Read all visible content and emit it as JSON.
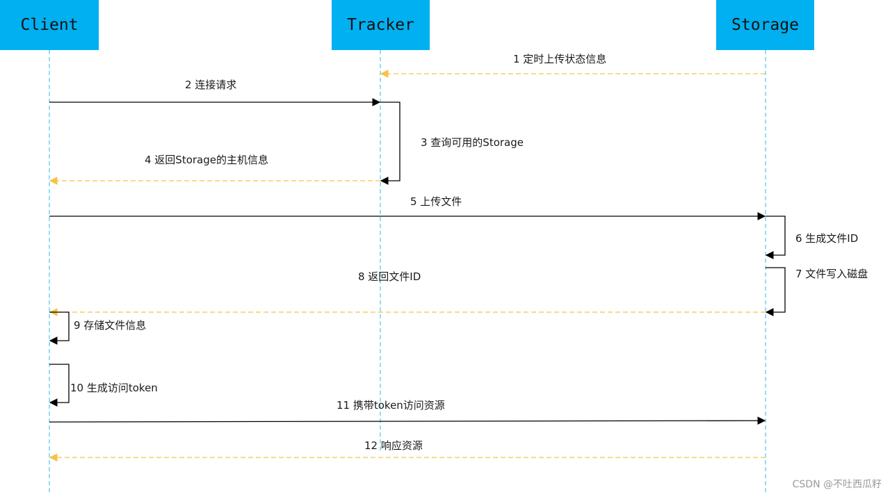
{
  "actors": [
    {
      "id": "client",
      "label": "Client"
    },
    {
      "id": "tracker",
      "label": "Tracker"
    },
    {
      "id": "storage",
      "label": "Storage"
    }
  ],
  "colors": {
    "actor_fill": "#00b0f0",
    "lifeline": "#4bc8e8",
    "solid_arrow": "#000000",
    "return_arrow": "#f5c344"
  },
  "messages": [
    {
      "id": "m1",
      "from": "storage",
      "to": "tracker",
      "style": "dashed",
      "label": "1 定时上传状态信息"
    },
    {
      "id": "m2",
      "from": "client",
      "to": "tracker",
      "style": "solid",
      "label": "2 连接请求"
    },
    {
      "id": "m3",
      "from": "tracker",
      "to": "tracker",
      "style": "self",
      "label": "3 查询可用的Storage"
    },
    {
      "id": "m4",
      "from": "tracker",
      "to": "client",
      "style": "dashed",
      "label": "4 返回Storage的主机信息"
    },
    {
      "id": "m5",
      "from": "client",
      "to": "storage",
      "style": "solid",
      "label": "5 上传文件"
    },
    {
      "id": "m6",
      "from": "storage",
      "to": "storage",
      "style": "self",
      "label": "6 生成文件ID"
    },
    {
      "id": "m7",
      "from": "storage",
      "to": "storage",
      "style": "self",
      "label": "7 文件写入磁盘"
    },
    {
      "id": "m8",
      "from": "storage",
      "to": "client",
      "style": "dashed",
      "label": "8 返回文件ID"
    },
    {
      "id": "m9",
      "from": "client",
      "to": "client",
      "style": "self",
      "label": "9 存储文件信息"
    },
    {
      "id": "m10",
      "from": "client",
      "to": "client",
      "style": "self",
      "label": "10 生成访问token"
    },
    {
      "id": "m11",
      "from": "client",
      "to": "storage",
      "style": "solid",
      "label": "11 携带token访问资源"
    },
    {
      "id": "m12",
      "from": "storage",
      "to": "client",
      "style": "dashed",
      "label": "12 响应资源"
    }
  ],
  "watermark": "CSDN @不吐西瓜籽"
}
